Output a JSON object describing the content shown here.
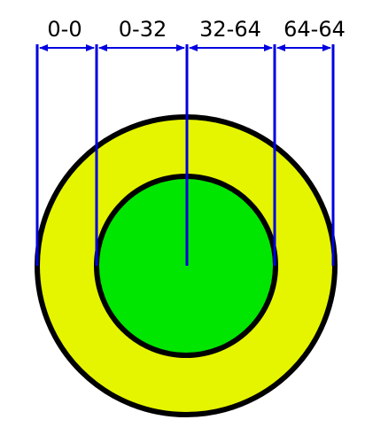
{
  "diagram": {
    "range_labels": [
      "0-0",
      "0-32",
      "32-64",
      "64-64"
    ],
    "colors": {
      "outer_ring": "#e5f500",
      "inner_disc": "#00e600",
      "outline": "#000000",
      "dimension_lines": "#0000e0"
    }
  }
}
